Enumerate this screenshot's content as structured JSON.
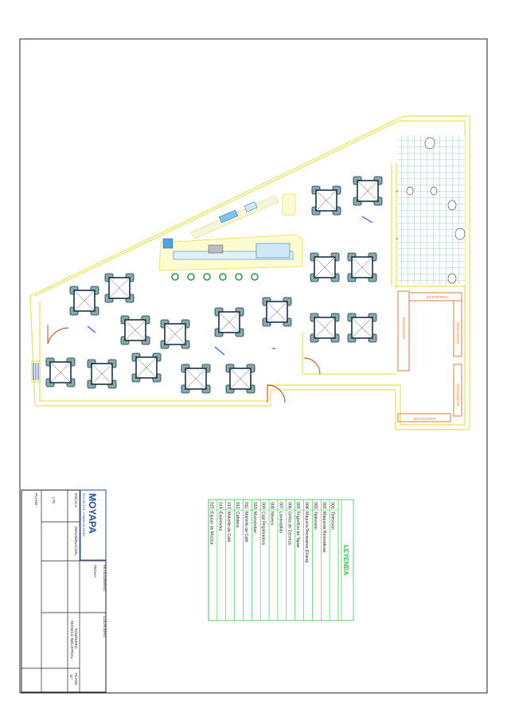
{
  "legend": {
    "title": "LEYENDA",
    "items": [
      {
        "code": "001",
        "label": "Televisión"
      },
      {
        "code": "002",
        "label": "Máquinas Recreativas"
      },
      {
        "code": "003",
        "label": "Televisión"
      },
      {
        "code": "004",
        "label": "Máquina Recreativa (Diana)"
      },
      {
        "code": "005",
        "label": "Frigorífico de Tapas"
      },
      {
        "code": "006",
        "label": "Grifos de Cerveza"
      },
      {
        "code": "007",
        "label": "Lavavajillas"
      },
      {
        "code": "008",
        "label": "Nevera"
      },
      {
        "code": "009",
        "label": "Caja Registradora"
      },
      {
        "code": "010",
        "label": "Microondas"
      },
      {
        "code": "011",
        "label": "Molinillo de Café"
      },
      {
        "code": "012",
        "label": "Cafetera"
      },
      {
        "code": "013",
        "label": "Molinillo de Café"
      },
      {
        "code": "014",
        "label": "Exprimidor"
      },
      {
        "code": "015",
        "label": "Equipo de Música"
      }
    ]
  },
  "title_block": {
    "logo": "MOYAPA",
    "logo_sub": "PROYECTOS Y FABRICACIONES",
    "escala_label": "ESCALA",
    "escala_value": "1:75",
    "denominacion_label": "DENOMINACION :",
    "fecha_label": "FECHA:",
    "peticionario_label": "PETICIONARIO:",
    "localidad_label": "LOCALIDAD:",
    "ingeniero_label": "INGENIERO",
    "ingeniero_value": "TECNICO INDUSTRIAL",
    "plano_label": "PLANO :",
    "plano_n_label": "PLANO",
    "plano_n_value": "N.º"
  },
  "plan_labels": {
    "estanteria": "ESTANTERÍA"
  },
  "colors": {
    "wall": "#e8e86a",
    "legend": "#2ecc40",
    "table_dark": "#1a3344",
    "chair": "#88aaaa",
    "tile": "#9ec7c7",
    "doors": "#cc3300",
    "storage": "#e87a30",
    "titleblock_blue": "#2050a0"
  }
}
